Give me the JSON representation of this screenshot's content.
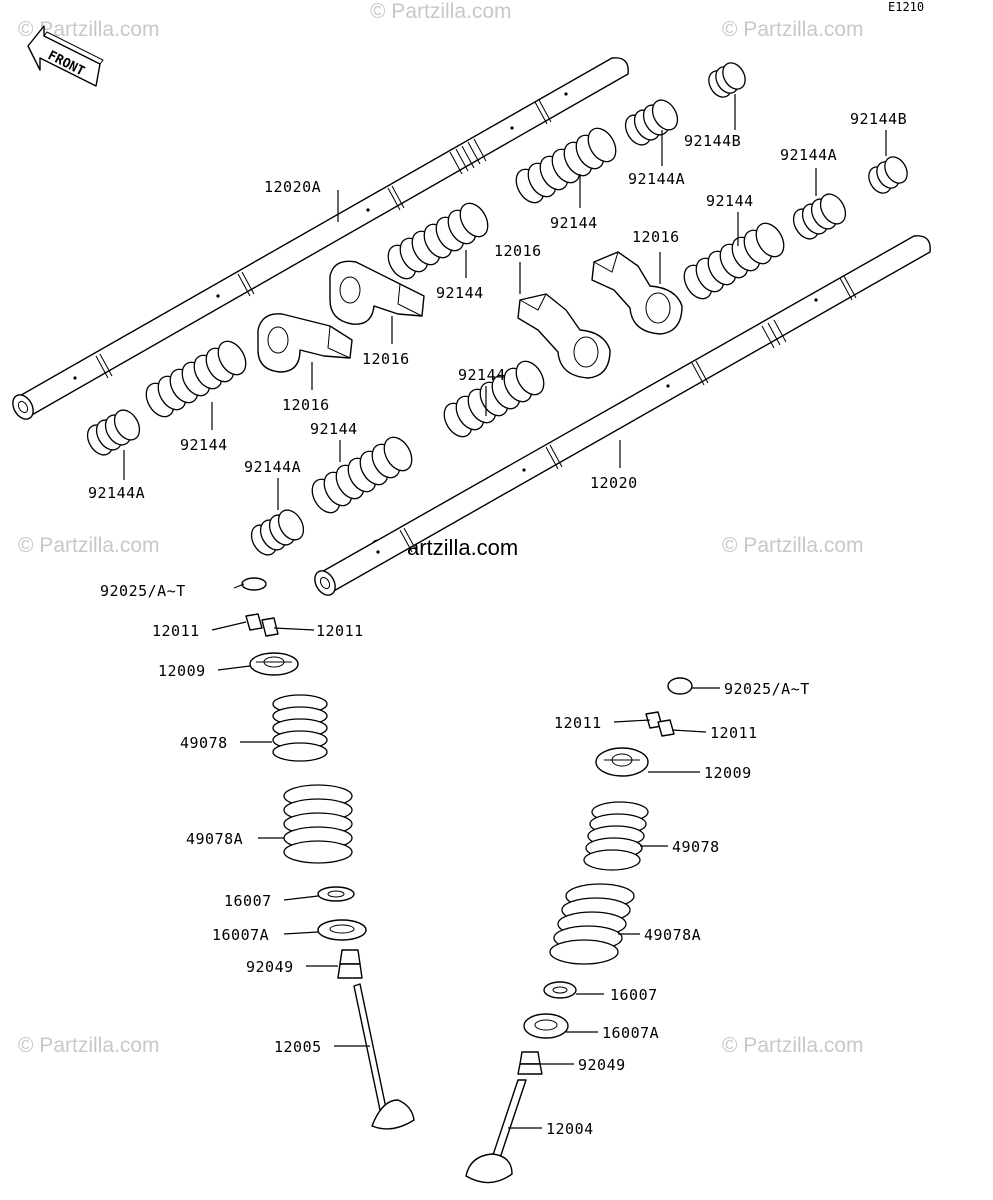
{
  "diagram_code": "E1210",
  "front_label": "FRONT",
  "center_watermark": "© Partzilla.com",
  "watermarks": [
    "© Partzilla.com",
    "© Partzilla.com",
    "© Partzilla.com",
    "© Partzilla.com",
    "© Partzilla.com",
    "© Partzilla.com",
    "© Partzilla.com"
  ],
  "callouts": {
    "c01": "12020A",
    "c02": "92144B",
    "c03": "92144A",
    "c04": "92144B",
    "c05": "92144",
    "c06": "92144A",
    "c07": "92144",
    "c08": "12016",
    "c09": "12016",
    "c10": "92144",
    "c11": "12016",
    "c12": "92144",
    "c13": "12016",
    "c14": "92144",
    "c15": "92144",
    "c16": "92144A",
    "c17": "12020",
    "c18": "92144A",
    "c19": "92025/A~T",
    "c20": "12011",
    "c21": "12011",
    "c22": "12009",
    "c23": "49078",
    "c24": "49078A",
    "c25": "16007",
    "c26": "16007A",
    "c27": "92049",
    "c28": "12005",
    "c29": "92025/A~T",
    "c30": "12011",
    "c31": "12011",
    "c32": "12009",
    "c33": "49078",
    "c34": "49078A",
    "c35": "16007",
    "c36": "16007A",
    "c37": "92049",
    "c38": "12004"
  }
}
